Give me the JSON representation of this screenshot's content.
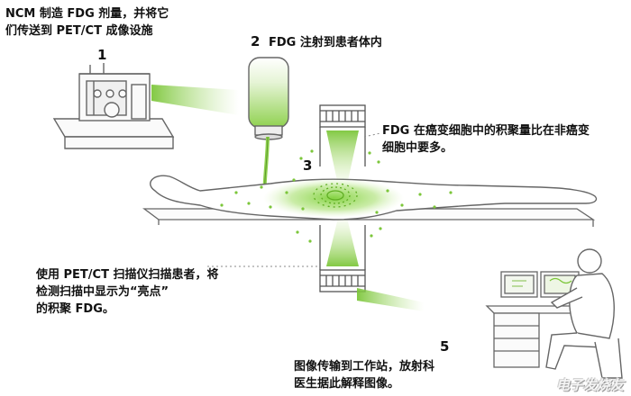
{
  "step1": {
    "number": "1",
    "text": "NCM 制造 FDG 剂量，并将它\n们传送到 PET/CT 成像设施"
  },
  "step2": {
    "number": "2",
    "text": "FDG 注射到患者体内"
  },
  "step3": {
    "number": "3",
    "text": "FDG 在癌变细胞中的积聚量比在非癌变\n细胞中要多。"
  },
  "step4": {
    "text": "使用 PET/CT 扫描仪扫描患者，将\n检测扫描中显示为“亮点”\n的积聚 FDG。"
  },
  "step5": {
    "number": "5",
    "text": "图像传输到工作站，放射科\n医生据此解释图像。"
  },
  "watermark": "电子发烧友",
  "colors": {
    "accent_green": "#8fd14f",
    "line_gray": "#555555"
  }
}
